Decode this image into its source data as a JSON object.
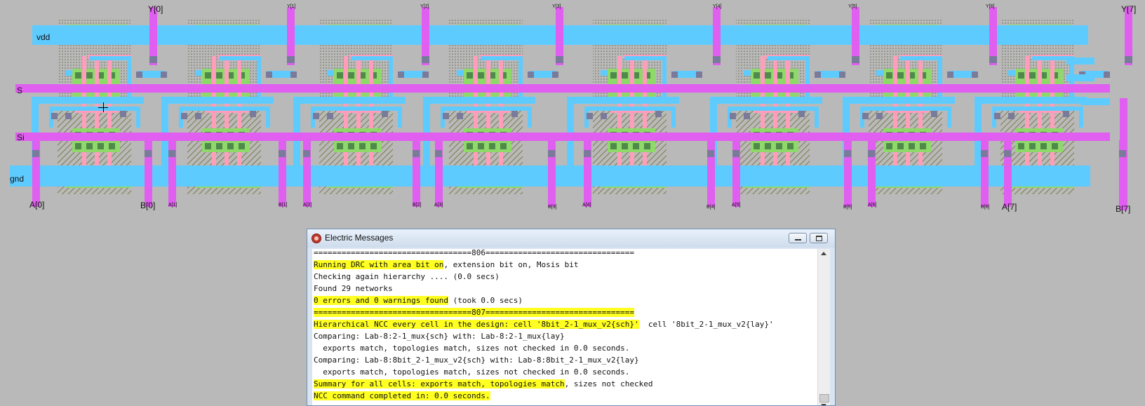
{
  "layout": {
    "rail_labels": {
      "vdd": "vdd",
      "s": "S",
      "si": "Si",
      "gnd": "gnd"
    },
    "y_labels": [
      "Y[0]",
      "Y[1]",
      "Y[2]",
      "Y[3]",
      "Y[4]",
      "Y[5]",
      "Y[6]",
      "Y[7]"
    ],
    "a_labels": [
      "A[0]",
      "A[1]",
      "A[2]",
      "A[3]",
      "A[4]",
      "A[5]",
      "A[6]",
      "A[7]"
    ],
    "b_labels": [
      "B[0]",
      "B[1]",
      "B[2]",
      "B[3]",
      "B[4]",
      "B[5]",
      "B[6]",
      "B[7]"
    ],
    "colors": {
      "background": "#b9b9b9",
      "metal1": "#5ecbff",
      "metal2": "#e05ef0",
      "poly": "#ff9dbb",
      "diffusion": "#8fd86a",
      "contact": "#7a7a9a",
      "well": "#9c9c7a"
    }
  },
  "messages": {
    "title": "Electric Messages",
    "lines": [
      {
        "text": "==================================806================================"
      },
      {
        "hl": "Running DRC with area bit on",
        "rest": ", extension bit on, Mosis bit"
      },
      {
        "text": "Checking again hierarchy .... (0.0 secs)"
      },
      {
        "text": "Found 29 networks"
      },
      {
        "hl": "0 errors and 0 warnings found",
        "rest": " (took 0.0 secs)"
      },
      {
        "hl": "==================================807================================"
      },
      {
        "hl": "Hierarchical NCC every cell in the design: cell '8bit_2-1_mux_v2{sch}'",
        "rest": "  cell '8bit_2-1_mux_v2{lay}'"
      },
      {
        "text": "Comparing: Lab-8:2-1_mux{sch} with: Lab-8:2-1_mux{lay}"
      },
      {
        "text": "  exports match, topologies match, sizes not checked in 0.0 seconds."
      },
      {
        "text": "Comparing: Lab-8:8bit_2-1_mux_v2{sch} with: Lab-8:8bit_2-1_mux_v2{lay}"
      },
      {
        "text": "  exports match, topologies match, sizes not checked in 0.0 seconds."
      },
      {
        "hl": "Summary for all cells: exports match, topologies match",
        "rest": ", sizes not checked"
      },
      {
        "hl": "NCC command completed in: 0.0 seconds."
      }
    ]
  }
}
